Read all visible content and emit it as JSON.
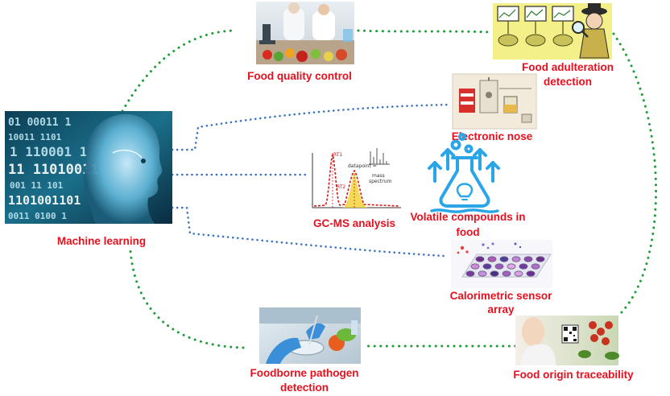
{
  "nodes": {
    "machine_learning": "Machine learning",
    "food_quality_control": "Food quality control",
    "food_adulteration_line1": "Food adulteration",
    "food_adulteration_line2": "detection",
    "electronic_nose": "Electronic nose",
    "gcms": "GC-MS analysis",
    "volatile_line1": "Volatile compounds in",
    "volatile_line2": "food",
    "calorimetric_line1": "Calorimetric sensor",
    "calorimetric_line2": "array",
    "food_origin": "Food origin traceability",
    "foodborne_line1": "Foodborne pathogen",
    "foodborne_line2": "detection"
  },
  "chromatogram_labels": {
    "rt1": "RT1",
    "rt2": "RT2",
    "datapoint": "datapoint =",
    "mass": "mass",
    "spectrum": "spectrum"
  },
  "binary_text": {
    "row1": "01 00011 1",
    "row2": "10011 1101",
    "row3": "1 110001 1",
    "row4": "11 11010011",
    "row5": "001 11 101",
    "row6": "1101001101",
    "row7": "0011 0100 1"
  },
  "colors": {
    "label_red": "#e8101e",
    "connector_green": "#1f9d3a",
    "connector_blue": "#3b72c4",
    "flask_blue": "#2aa6e8"
  },
  "icons": {
    "ml": "ai-head-image",
    "quality": "lab-vegetables-image",
    "adulteration": "cartoon-inspector-image",
    "enose": "electronic-nose-device-image",
    "gcms": "chromatogram-chart-image",
    "volatile": "toxic-flask-icon",
    "calorimetric": "sensor-array-image",
    "origin": "qr-code-scan-image",
    "foodborne": "petri-dish-gloves-image"
  }
}
